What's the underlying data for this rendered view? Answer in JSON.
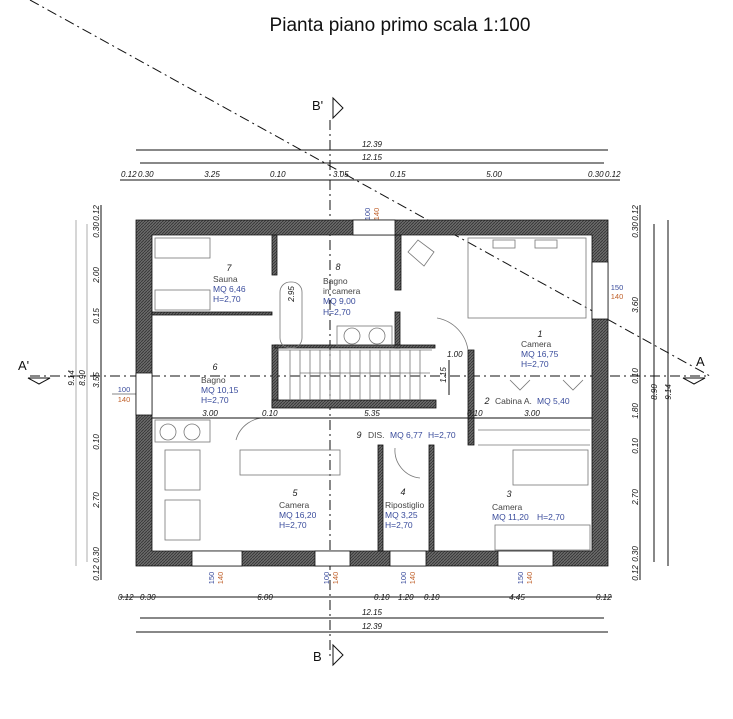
{
  "title": "Pianta piano primo scala 1:100",
  "sections": {
    "b_top": "B'",
    "b_bottom": "B",
    "a_left": "A'",
    "a_right": "A"
  },
  "dims_top": {
    "total": "12.39",
    "inner": "12.15",
    "parts": [
      "0.12",
      "0.30",
      "3.25",
      "0.10",
      "3.05",
      "0.15",
      "5.00",
      "0.30",
      "0.12"
    ]
  },
  "dims_bottom": {
    "total": "12.39",
    "inner": "12.15",
    "parts": [
      "0.12",
      "0.30",
      "6.00",
      "0.10",
      "1.20",
      "0.10",
      "4.45",
      "0.12"
    ]
  },
  "dims_left": {
    "total": "9.14",
    "inner": "8.90",
    "parts": [
      "0.12",
      "0.30",
      "2.00",
      "0.15",
      "3.55",
      "0.10",
      "2.70",
      "0.30",
      "0.12"
    ]
  },
  "dims_right": {
    "total": "9.14",
    "inner": "8.90",
    "parts": [
      "0.12",
      "0.30",
      "3.60",
      "0.10",
      "1.80",
      "0.10",
      "2.70",
      "0.30",
      "0.12"
    ]
  },
  "dims_inner": [
    "2.95",
    "1.00",
    "1.15",
    "3.00",
    "0.10",
    "5.35",
    "0.10",
    "3.00"
  ],
  "windows": [
    {
      "w": "100",
      "h": "140"
    },
    {
      "w": "100",
      "h": "140"
    },
    {
      "w": "150",
      "h": "140"
    },
    {
      "w": "150",
      "h": "140"
    },
    {
      "w": "100",
      "h": "140"
    },
    {
      "w": "100",
      "h": "140"
    },
    {
      "w": "150",
      "h": "140"
    }
  ],
  "rooms": [
    {
      "num": "1",
      "name": "Camera",
      "area": "MQ 16,75",
      "height": "H=2,70"
    },
    {
      "num": "2",
      "name": "Cabina A.",
      "area": "MQ 5,40"
    },
    {
      "num": "3",
      "name": "Camera",
      "area": "MQ 11,20",
      "height": "H=2,70"
    },
    {
      "num": "4",
      "name": "Ripostiglio",
      "area": "MQ 3,25",
      "height": "H=2,70"
    },
    {
      "num": "5",
      "name": "Camera",
      "area": "MQ 16,20",
      "height": "H=2,70"
    },
    {
      "num": "6",
      "name": "Bagno",
      "area": "MQ 10,15",
      "height": "H=2,70"
    },
    {
      "num": "7",
      "name": "Sauna",
      "area": "MQ 6,46",
      "height": "H=2,70"
    },
    {
      "num": "8",
      "name": "Bagno",
      "name2": "in camera",
      "area": "MQ 9,00",
      "height": "H=2,70"
    },
    {
      "num": "9",
      "name": "DIS.",
      "area": "MQ 6,77",
      "height": "H=2,70"
    }
  ],
  "colors": {
    "wall": "#555555",
    "room_info": "#3a4c9c",
    "window_height": "#c0602a"
  }
}
